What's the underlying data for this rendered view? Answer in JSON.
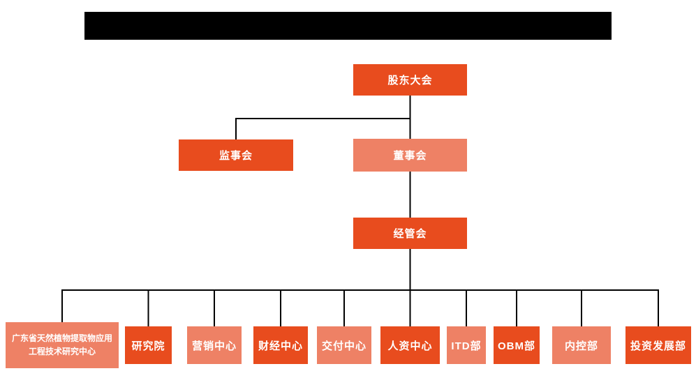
{
  "colors": {
    "primary": "#e84c1e",
    "secondary": "#ee8165",
    "line": "#000000",
    "text": "#ffffff",
    "redacted_bar": "#000000"
  },
  "chart": {
    "type": "org-chart",
    "nodes": {
      "shareholders": {
        "label": "股东大会",
        "variant": "primary"
      },
      "supervisors": {
        "label": "监事会",
        "variant": "primary"
      },
      "directors": {
        "label": "董事会",
        "variant": "secondary"
      },
      "management": {
        "label": "经管会",
        "variant": "primary"
      }
    },
    "departments": [
      {
        "label": "广东省天然植物提取物应用工程技术研究中心",
        "variant": "secondary"
      },
      {
        "label": "研究院",
        "variant": "primary"
      },
      {
        "label": "营销中心",
        "variant": "secondary"
      },
      {
        "label": "财经中心",
        "variant": "primary"
      },
      {
        "label": "交付中心",
        "variant": "secondary"
      },
      {
        "label": "人资中心",
        "variant": "primary"
      },
      {
        "label": "ITD部",
        "variant": "secondary"
      },
      {
        "label": "OBM部",
        "variant": "primary"
      },
      {
        "label": "内控部",
        "variant": "secondary"
      },
      {
        "label": "投资发展部",
        "variant": "primary"
      }
    ]
  }
}
